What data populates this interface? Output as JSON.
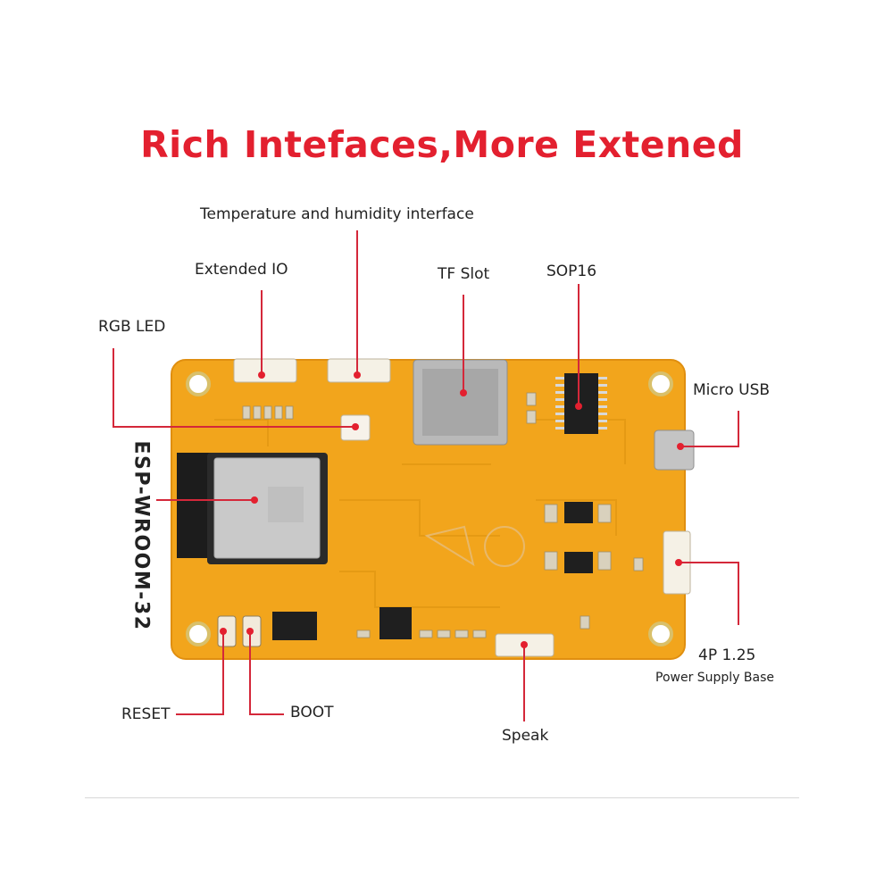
{
  "title": "Rich Intefaces,More Extened",
  "labels": {
    "temp_humidity": "Temperature and humidity interface",
    "extended_io": "Extended IO",
    "tf_slot": "TF Slot",
    "sop16": "SOP16",
    "rgb_led": "RGB LED",
    "micro_usb": "Micro USB",
    "esp_module": "ESP-WROOM-32",
    "power_connector": "4P 1.25",
    "power_base": "Power Supply Base",
    "reset": "RESET",
    "boot": "BOOT",
    "speak": "Speak"
  },
  "colors": {
    "title": "#e3202f",
    "leader": "#d4283a",
    "pcb": "#f2a51c",
    "module_shield": "#c9c9c9"
  }
}
